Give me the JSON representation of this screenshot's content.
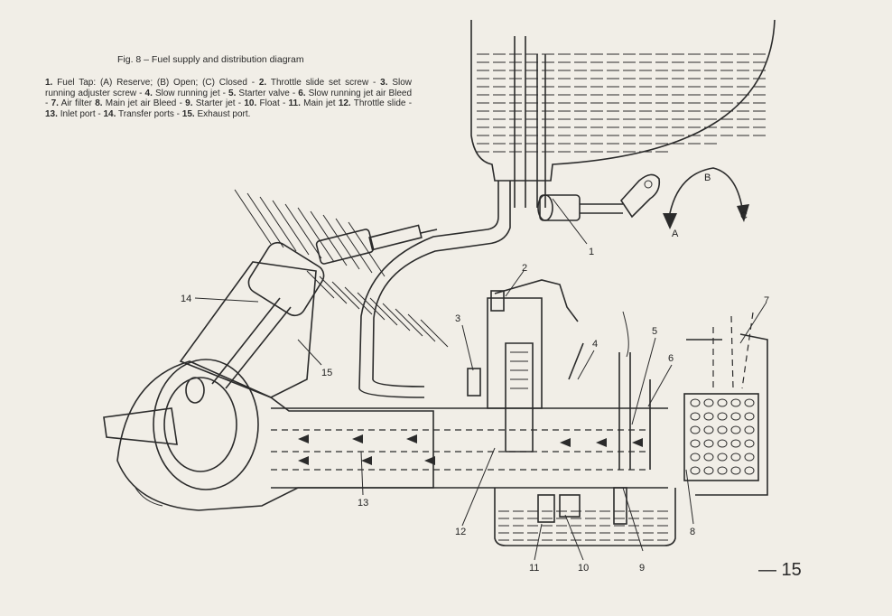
{
  "figure": {
    "title": "Fig. 8 – Fuel supply and distribution diagram",
    "legend_items": [
      {
        "num": "1.",
        "text": "Fuel Tap: (A) Reserve; (B) Open; (C) Closed -"
      },
      {
        "num": "2.",
        "text": "Throttle slide set screw -"
      },
      {
        "num": "3.",
        "text": "Slow running adjuster screw -"
      },
      {
        "num": "4.",
        "text": "Slow running jet -"
      },
      {
        "num": "5.",
        "text": "Starter valve -"
      },
      {
        "num": "6.",
        "text": "Slow running jet air Bleed -"
      },
      {
        "num": "7.",
        "text": "Air filter"
      },
      {
        "num": "8.",
        "text": "Main jet air Bleed -"
      },
      {
        "num": "9.",
        "text": "Starter jet -"
      },
      {
        "num": "10.",
        "text": "Float -"
      },
      {
        "num": "11.",
        "text": "Main jet"
      },
      {
        "num": "12.",
        "text": "Throttle slide -"
      },
      {
        "num": "13.",
        "text": "Inlet port -"
      },
      {
        "num": "14.",
        "text": "Transfer ports -"
      },
      {
        "num": "15.",
        "text": "Exhaust port."
      }
    ]
  },
  "callouts": [
    "1",
    "2",
    "3",
    "4",
    "5",
    "6",
    "7",
    "8",
    "9",
    "10",
    "11",
    "12",
    "13",
    "14",
    "15"
  ],
  "tap_positions": {
    "a": "A",
    "b": "B",
    "c": "C"
  },
  "page_number": "— 15"
}
